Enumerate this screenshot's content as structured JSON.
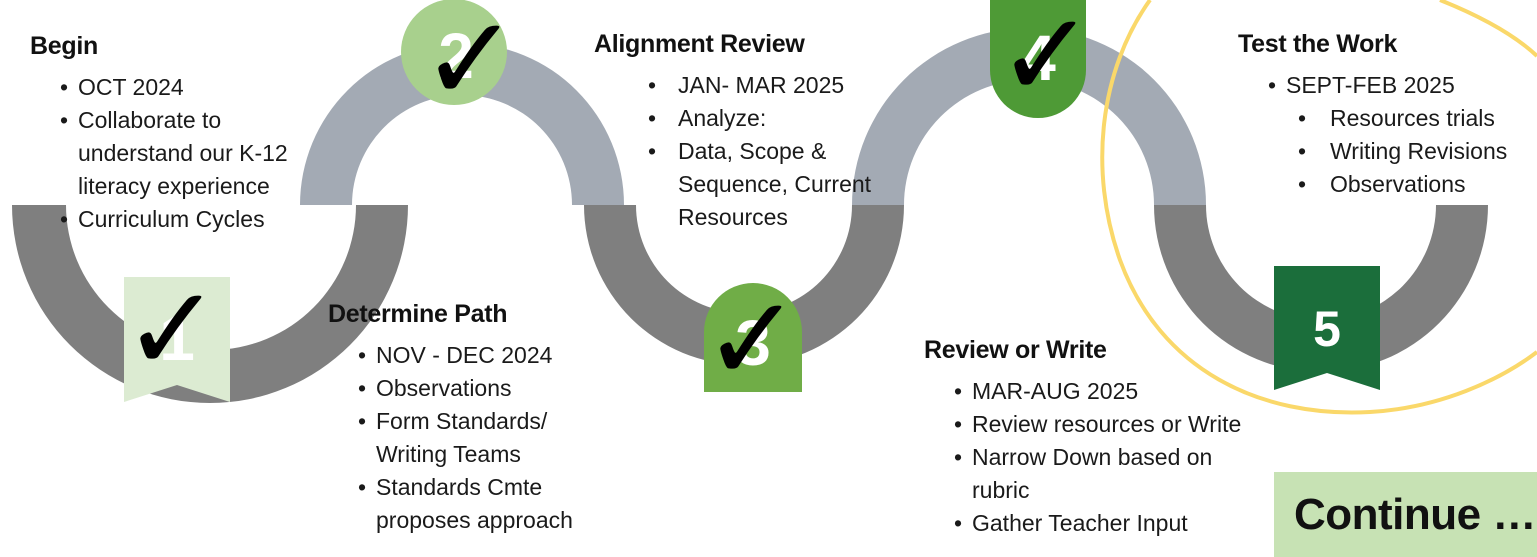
{
  "colors": {
    "track_light": "#a3aab4",
    "track_dark": "#7f7f7f",
    "step1_fill": "#dcebd2",
    "step2_fill": "#a8d08d",
    "step3_fill": "#70ad47",
    "step4_fill": "#4e9a36",
    "step5_fill": "#1b6e3b",
    "highlight_circle": "#fad86a",
    "continue_fill": "#c7e2b4"
  },
  "steps": [
    {
      "number": "1",
      "checked": true,
      "title": "Begin",
      "bullets": [
        "OCT 2024",
        "Collaborate to understand our K-12 literacy experience",
        "Curriculum Cycles"
      ]
    },
    {
      "number": "2",
      "checked": true,
      "title": "Determine Path",
      "bullets": [
        "NOV - DEC 2024",
        "Observations",
        "Form Standards/ Writing Teams",
        "Standards Cmte proposes approach"
      ]
    },
    {
      "number": "3",
      "checked": true,
      "title": "Alignment Review",
      "bullets": [
        "JAN- MAR 2025",
        "Analyze:",
        "Data, Scope & Sequence, Current Resources"
      ]
    },
    {
      "number": "4",
      "checked": true,
      "title": "Review or Write",
      "bullets": [
        "MAR-AUG 2025",
        "Review resources or Write",
        "Narrow Down based on rubric",
        "Gather Teacher Input"
      ]
    },
    {
      "number": "5",
      "checked": false,
      "title": "Test the Work",
      "bullets": [
        "SEPT-FEB 2025"
      ],
      "sub_bullets": [
        "Resources trials",
        "Writing Revisions",
        "Observations"
      ]
    }
  ],
  "check_icon": "check-mark-icon",
  "check_glyph": "✓",
  "continue_label": "Continue …"
}
